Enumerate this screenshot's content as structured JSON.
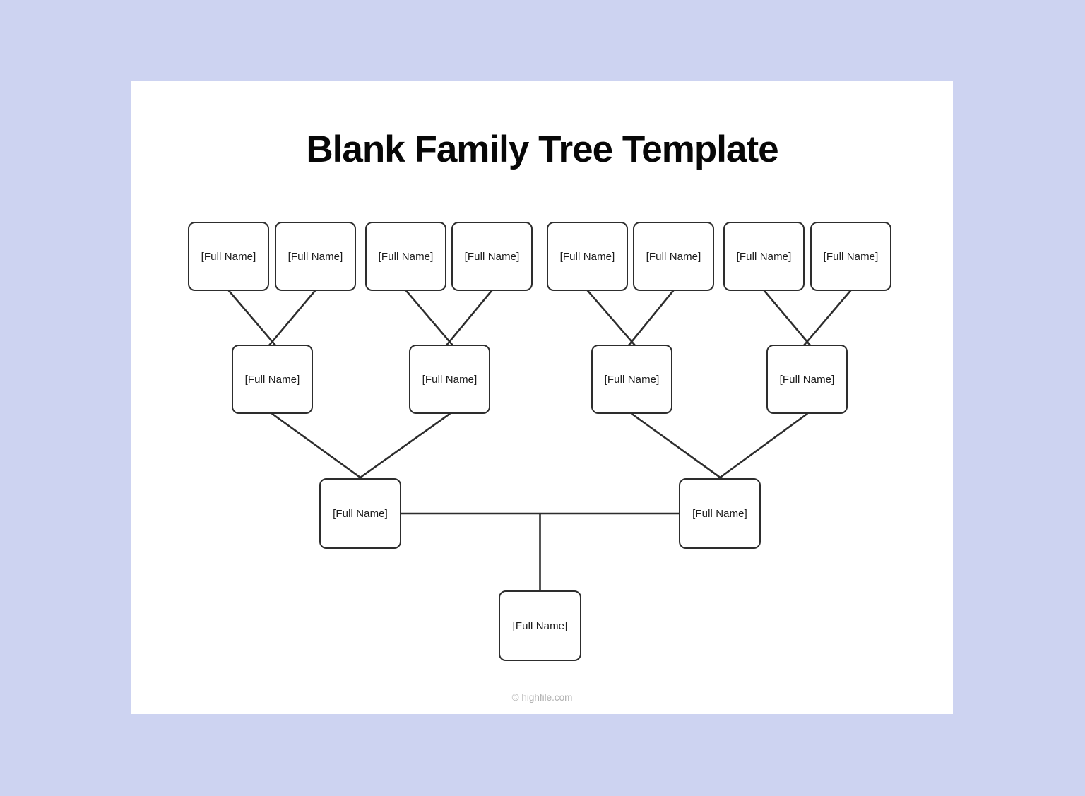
{
  "title": "Blank Family Tree Template",
  "footer": "© highfile.com",
  "colors": {
    "background": "#cdd3f1",
    "page": "#ffffff",
    "box_border": "#2d2d2d",
    "box_fill": "#ffffff",
    "connector_line": "#2d2d2d",
    "title_text": "#070707",
    "label_text": "#1b1b1b",
    "footer_text": "#b0b0b0"
  },
  "tree": {
    "great_grandparents": [
      "[Full Name]",
      "[Full Name]",
      "[Full Name]",
      "[Full Name]",
      "[Full Name]",
      "[Full Name]",
      "[Full Name]",
      "[Full Name]"
    ],
    "grandparents": [
      "[Full Name]",
      "[Full Name]",
      "[Full Name]",
      "[Full Name]"
    ],
    "parents": [
      "[Full Name]",
      "[Full Name]"
    ],
    "child": [
      "[Full Name]"
    ]
  }
}
